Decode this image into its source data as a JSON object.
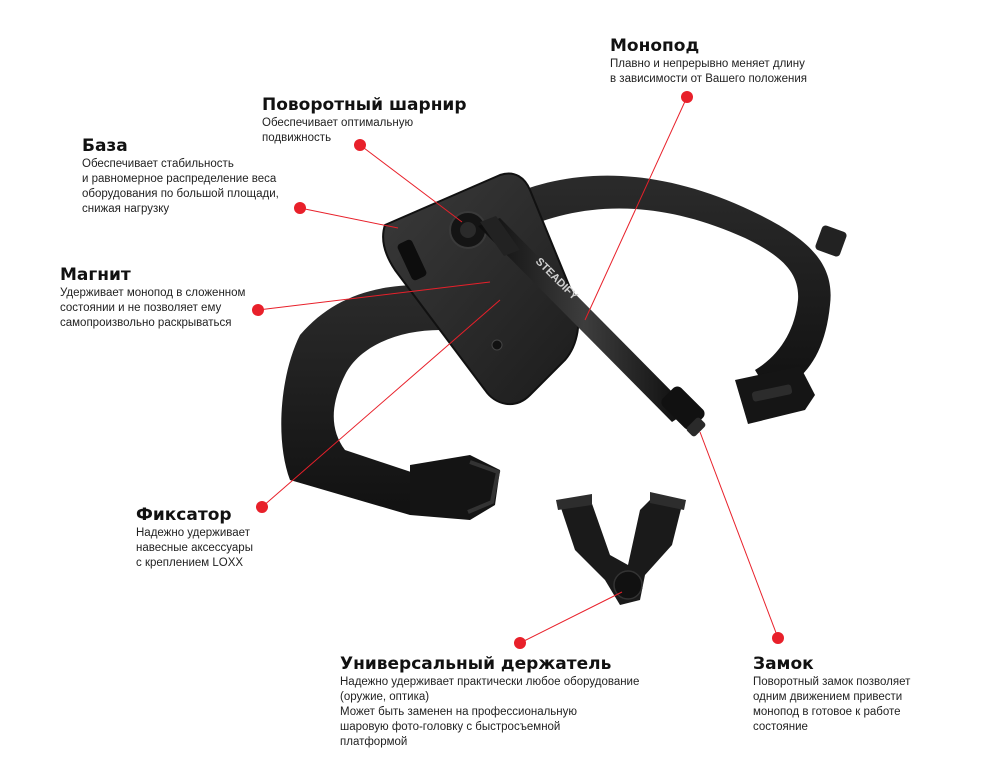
{
  "callouts": {
    "monopod": {
      "title": "Монопод",
      "desc": "Плавно и непрерывно меняет длину\nв зависимости от Вашего положения"
    },
    "joint": {
      "title": "Поворотный шарнир",
      "desc": "Обеспечивает оптимальную\nподвижность"
    },
    "base": {
      "title": "База",
      "desc": "Обеспечивает стабильность\nи равномерное распределение веса\nоборудования по большой площади,\nснижая нагрузку"
    },
    "magnet": {
      "title": "Магнит",
      "desc": "Удерживает монопод в сложенном\nсостоянии и не позволяет ему\nсамопроизвольно раскрываться"
    },
    "lock": {
      "title": "Фиксатор",
      "desc": "Надежно удерживает\nнавесные аксессуары\nс креплением LOXX"
    },
    "holder": {
      "title": "Универсальный держатель",
      "desc": "Надежно удерживает практически любое оборудование\n(оружие, оптика)\nМожет быть заменен на профессиональную\nшаровую фото-головку с быстросъемной\nплатформой"
    },
    "clamp": {
      "title": "Замок",
      "desc": "Поворотный замок позволяет\nодним движением привести\nмонопод в готовое к работе\nсостояние"
    }
  },
  "product": {
    "brand_text": "STEADIFY"
  },
  "colors": {
    "accent": "#e8202a",
    "strap": "#1b1b1b",
    "plate": "#2a2a2a"
  }
}
